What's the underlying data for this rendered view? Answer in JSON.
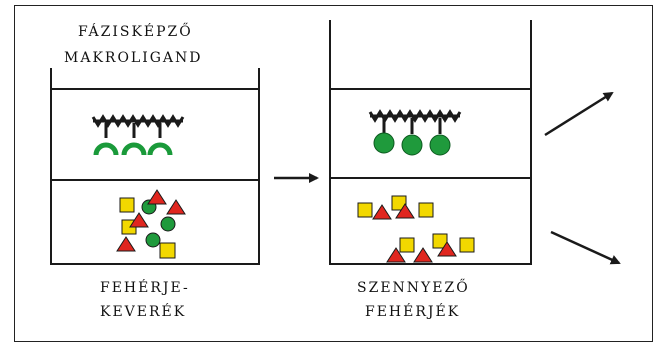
{
  "figure": {
    "top_label_line1": "FÁZISKÉPZŐ",
    "top_label_line2": "MAKROLIGAND",
    "bottom_left_line1": "FEHÉRJE-",
    "bottom_left_line2": "KEVERÉK",
    "bottom_right_line1": "SZENNYEZŐ",
    "bottom_right_line2": "FEHÉRJÉK"
  },
  "colors": {
    "ligand": "#1a1a1a",
    "binder": "#1a9a3a",
    "bound_circle": "#1f9a3c",
    "square": "#f2d800",
    "triangle": "#e0261f",
    "outline": "#1a1a1a"
  },
  "icons": {
    "arrow": "arrow-right-icon",
    "ligand": "zigzag-ligand-icon",
    "square": "yellow-square-icon",
    "triangle": "red-triangle-icon",
    "circle": "green-circle-icon"
  }
}
